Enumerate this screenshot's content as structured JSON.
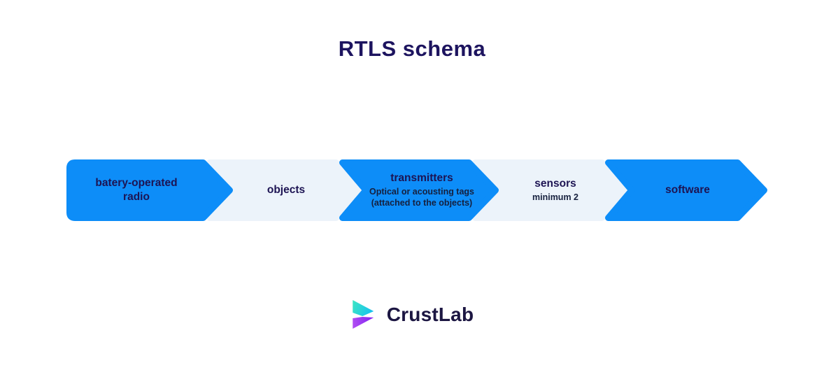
{
  "page": {
    "title": "RTLS schema",
    "background": "#ffffff"
  },
  "colors": {
    "title": "#1d145f",
    "arrow_blue": "#0d8df8",
    "arrow_light": "#ecf3fa",
    "label_dark": "#1d1453",
    "sublabel_dark": "#16203e",
    "logo_text": "#1c1642",
    "logo_teal_start": "#3fe8c0",
    "logo_teal_end": "#12bdf4",
    "logo_purple_start": "#b551f2",
    "logo_purple_end": "#7b1ef2"
  },
  "flow": {
    "steps": [
      {
        "label": "batery-operated radio",
        "sublabel": "",
        "variant": "blue"
      },
      {
        "label": "objects",
        "sublabel": "",
        "variant": "light"
      },
      {
        "label": "transmitters",
        "sublabel": "Optical or acousting tags (attached to the objects)",
        "variant": "blue"
      },
      {
        "label": "sensors",
        "sublabel": "minimum 2",
        "variant": "light"
      },
      {
        "label": "software",
        "sublabel": "",
        "variant": "blue"
      }
    ]
  },
  "logo": {
    "text": "CrustLab",
    "icon": "crustlab-double-chevron-mark"
  }
}
